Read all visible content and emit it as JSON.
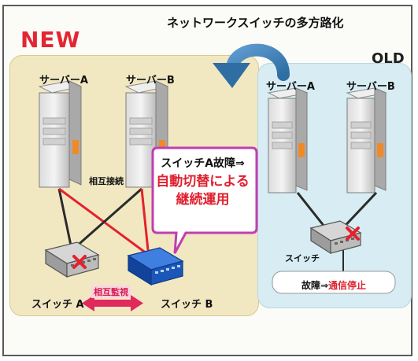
{
  "title": "ネットワークスイッチの多方路化",
  "new_label": "NEW",
  "old_label": "OLD",
  "new": {
    "server_a": "サーバーA",
    "server_b": "サーバーB",
    "interconnect": "相互接続",
    "switch_a": "スイッチ A",
    "switch_b": "スイッチ B",
    "mutual_monitor": "相互監視",
    "callout": {
      "line1": "スイッチA故障⇒",
      "line2": "自動切替による",
      "line3": "継続運用"
    }
  },
  "old": {
    "server_a": "サーバーA",
    "server_b": "サーバーB",
    "switch": "スイッチ",
    "status_prefix": "故障⇒",
    "status_suffix": "通信停止"
  },
  "colors": {
    "new_accent": "#e32632",
    "new_panel": "#f1e8c2",
    "old_panel": "#d7ecf3",
    "switch_b_blue": "#1b57b8",
    "arrow_blue": "#2e6ea2",
    "callout_border": "#c03fb0"
  }
}
